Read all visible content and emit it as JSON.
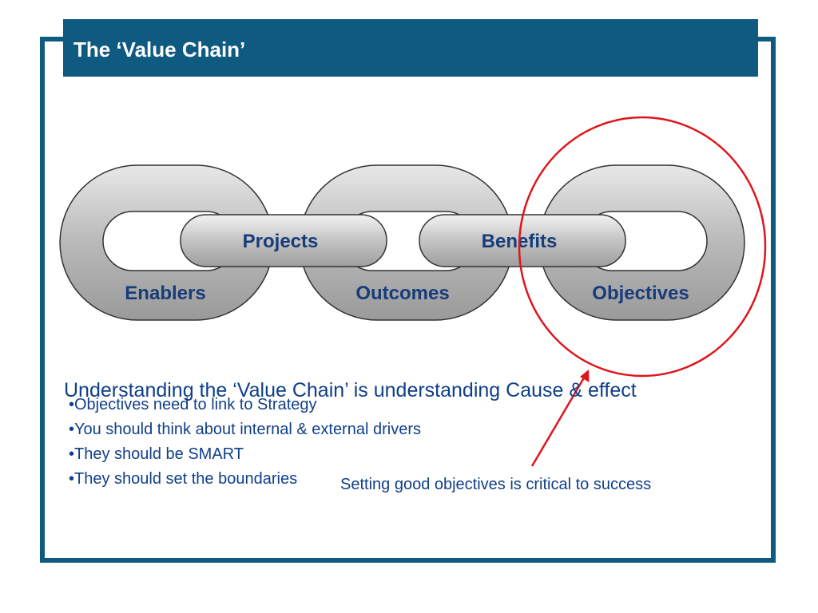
{
  "slide": {
    "title": "The ‘Value Chain’",
    "headline": "Understanding the ‘Value Chain’ is understanding Cause & effect",
    "callout": "Setting good objectives is critical to success"
  },
  "chain": {
    "links": [
      "Enablers",
      "Outcomes",
      "Objectives"
    ],
    "connectors": [
      "Projects",
      "Benefits"
    ]
  },
  "bullets": [
    "•Objectives need to link to Strategy",
    "•You should think about internal & external drivers",
    "•They should be SMART",
    "•They should set the boundaries"
  ],
  "colors": {
    "accent": "#0f5a80",
    "text": "#103f8a",
    "highlight": "#e0141b",
    "chain": "#b5b5b5"
  }
}
